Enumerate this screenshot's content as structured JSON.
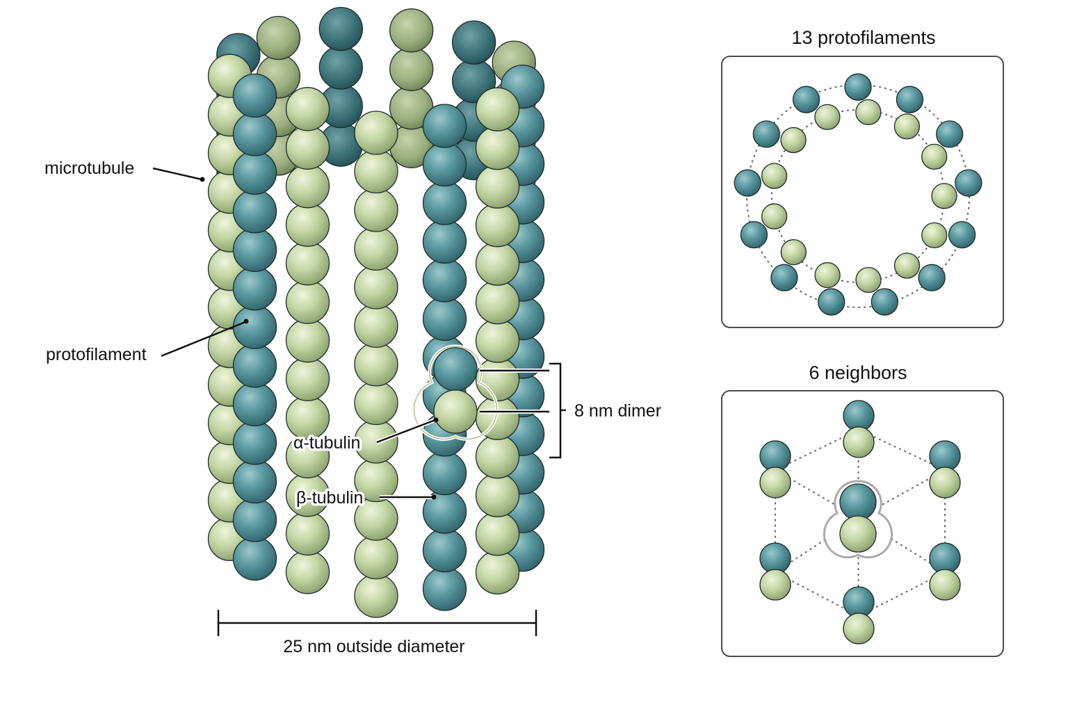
{
  "labels": {
    "microtubule": "microtubule",
    "protofilament": "protofilament",
    "alpha_tubulin": "α-tubulin",
    "beta_tubulin": "β-tubulin",
    "dimer": "8 nm dimer",
    "diameter": "25 nm outside diameter"
  },
  "panels": {
    "top_title": "13 protofilaments",
    "bottom_title": "6 neighbors"
  },
  "counts": {
    "protofilaments": 13,
    "neighbors": 6
  },
  "colors": {
    "alpha": "#4f8f97",
    "alpha_dark": "#2c5e67",
    "beta": "#c3d4a4",
    "beta_dark": "#7d9462",
    "outline": "#1f2a2a"
  }
}
